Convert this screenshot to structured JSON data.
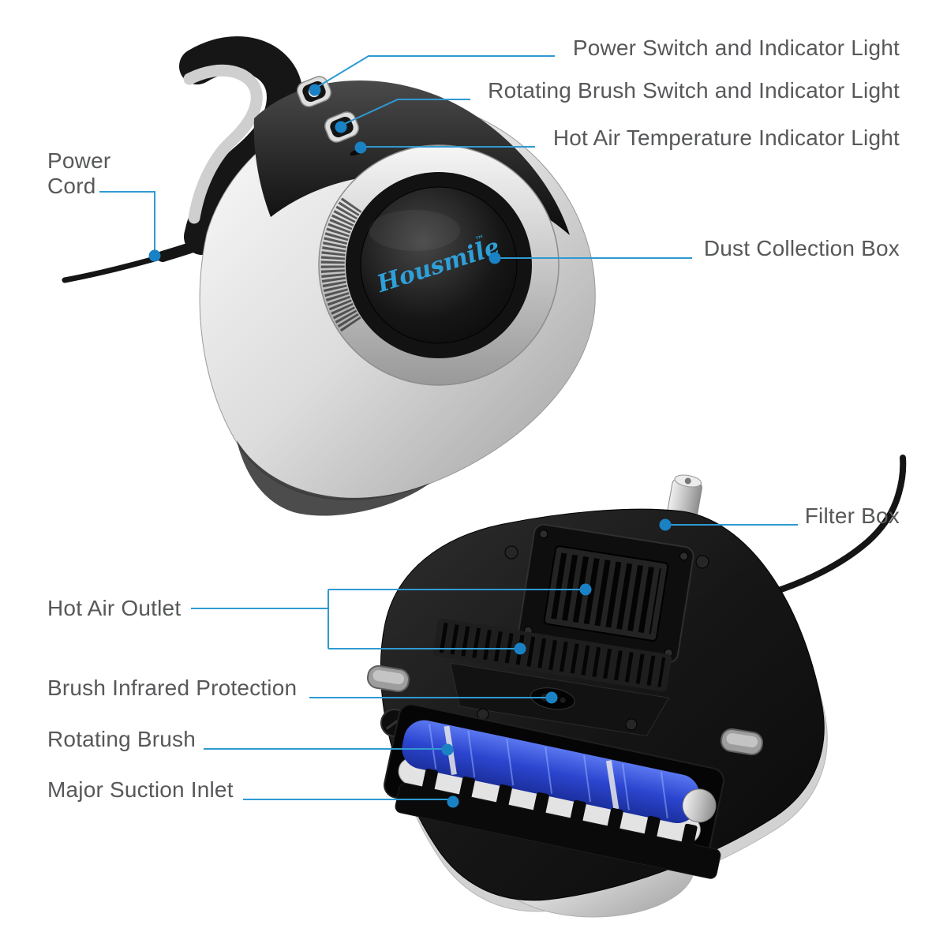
{
  "page": {
    "background_color": "#ffffff"
  },
  "style": {
    "label_text_color": "#57585a",
    "leader_line_color": "#2f9ad2",
    "leader_dot_color": "#1a82c4",
    "brush_color": "#2c45cf",
    "logo_color": "#2f9fd8"
  },
  "product": {
    "brand_logo": "Housmile",
    "trademark_symbol": "™"
  },
  "annotations": {
    "labels": [
      {
        "id": "power-switch",
        "text": "Power Switch and Indicator Light"
      },
      {
        "id": "rotating-brush-switch",
        "text": "Rotating Brush Switch and Indicator Light"
      },
      {
        "id": "hot-air-temperature",
        "text": "Hot Air Temperature Indicator Light"
      },
      {
        "id": "power-cord",
        "text": "Power Cord"
      },
      {
        "id": "dust-collection-box",
        "text": "Dust Collection Box"
      },
      {
        "id": "filter-box",
        "text": "Filter Box"
      },
      {
        "id": "hot-air-outlet",
        "text": "Hot Air Outlet"
      },
      {
        "id": "brush-infrared-protection",
        "text": "Brush Infrared Protection"
      },
      {
        "id": "rotating-brush",
        "text": "Rotating Brush"
      },
      {
        "id": "major-suction-inlet",
        "text": "Major Suction Inlet"
      }
    ]
  }
}
